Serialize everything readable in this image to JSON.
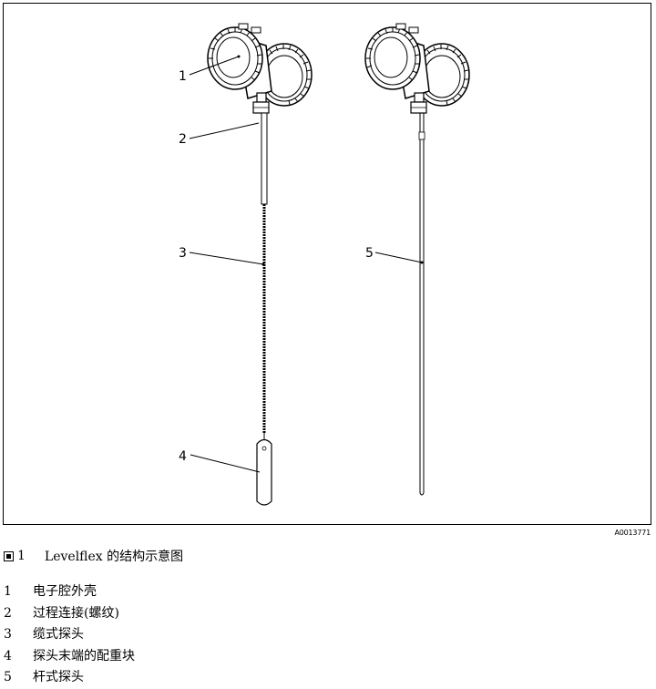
{
  "figure": {
    "id": "A0013771",
    "callouts": [
      "1",
      "2",
      "3",
      "4",
      "5"
    ]
  },
  "caption": {
    "number": "1",
    "text": "Levelflex 的结构示意图"
  },
  "legend": [
    {
      "num": "1",
      "text": "电子腔外壳"
    },
    {
      "num": "2",
      "text": "过程连接(螺纹)"
    },
    {
      "num": "3",
      "text": "缆式探头"
    },
    {
      "num": "4",
      "text": "探头末端的配重块"
    },
    {
      "num": "5",
      "text": "杆式探头"
    }
  ]
}
